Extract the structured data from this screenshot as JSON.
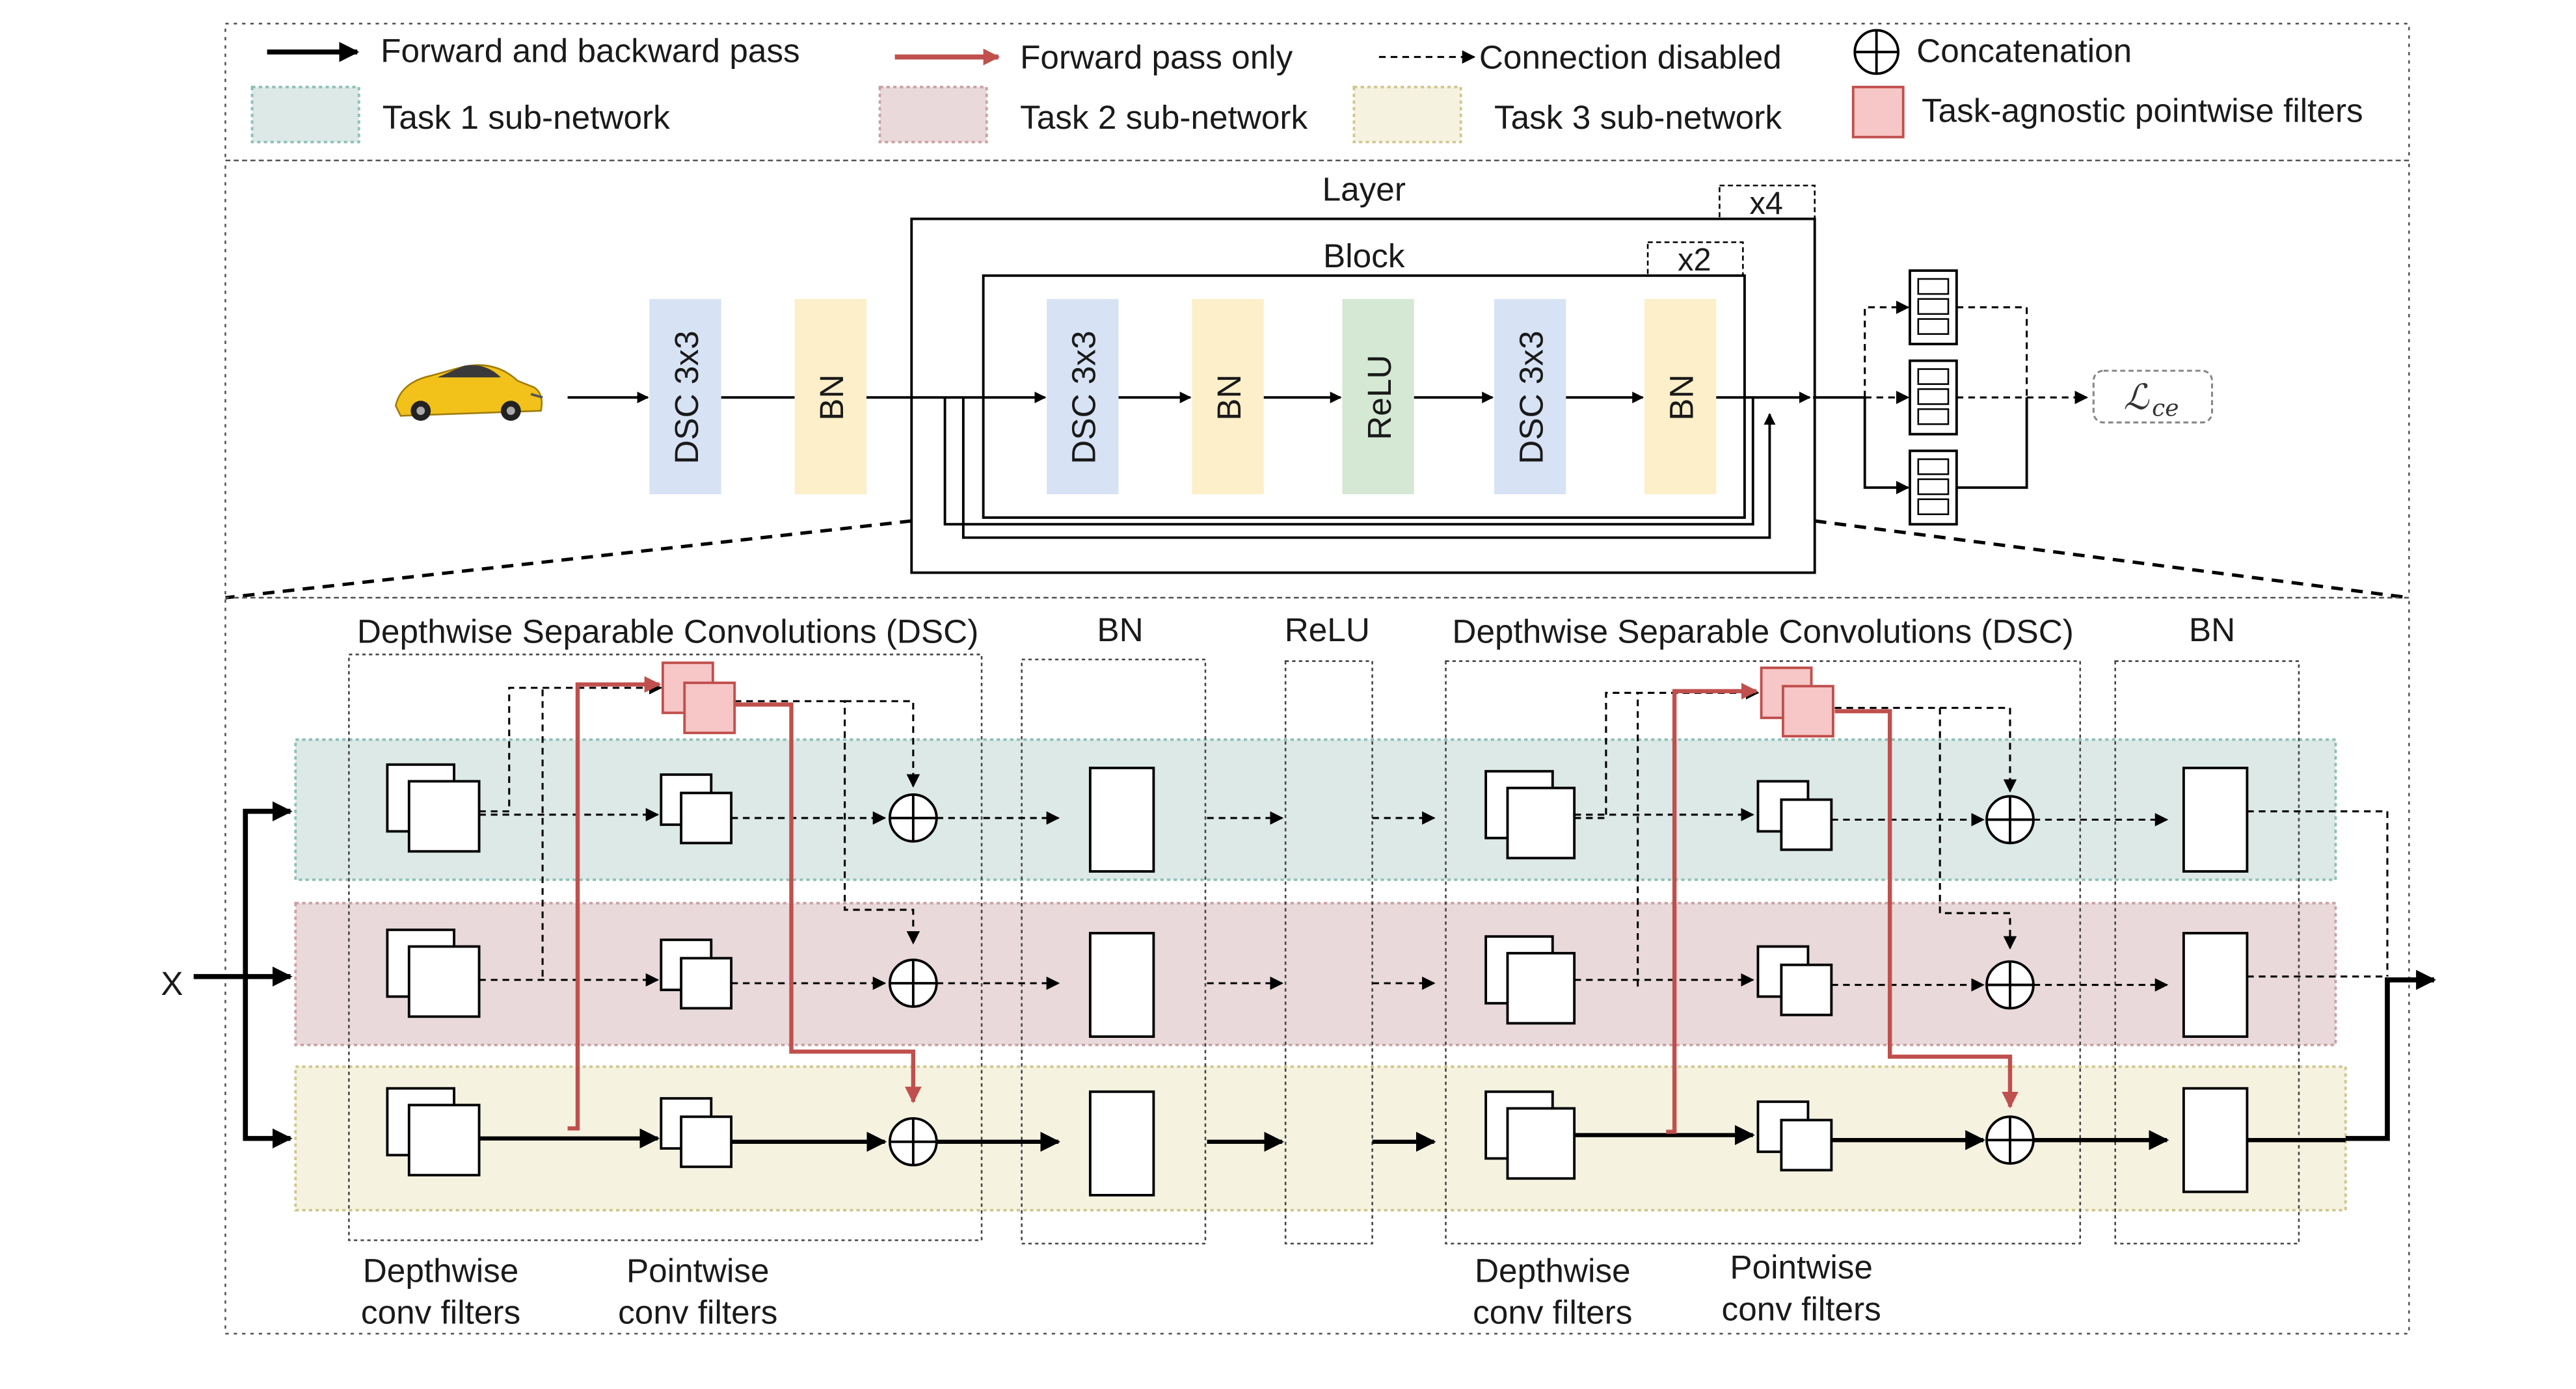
{
  "legend": {
    "forward_backward": "Forward and backward pass",
    "forward_only": "Forward pass only",
    "connection_disabled": "Connection disabled",
    "concatenation": "Concatenation",
    "task1": "Task 1 sub-network",
    "task2": "Task 2 sub-network",
    "task3": "Task 3 sub-network",
    "task_agnostic": "Task-agnostic pointwise filters"
  },
  "top": {
    "layer_label": "Layer",
    "layer_repeat": "x4",
    "block_label": "Block",
    "block_repeat": "x2",
    "stem_dsc": "DSC 3x3",
    "stem_bn": "BN",
    "block_dsc1": "DSC 3x3",
    "block_bn1": "BN",
    "block_relu": "ReLU",
    "block_dsc2": "DSC 3x3",
    "block_bn2": "BN",
    "loss": "ℒ",
    "loss_sub": "ce"
  },
  "bottom": {
    "dsc1_title": "Depthwise Separable Convolutions (DSC)",
    "bn1_title": "BN",
    "relu_title": "ReLU",
    "dsc2_title": "Depthwise Separable Convolutions (DSC)",
    "bn2_title": "BN",
    "input": "X",
    "dw1_line1": "Depthwise",
    "dw1_line2": "conv filters",
    "pw1_line1": "Pointwise",
    "pw1_line2": "conv filters",
    "dw2_line1": "Depthwise",
    "dw2_line2": "conv filters",
    "pw2_line1": "Pointwise",
    "pw2_line2": "conv filters"
  },
  "colors": {
    "task1": "#dce9e6",
    "task1_border": "#8fbfb6",
    "task2": "#e9d9da",
    "task2_border": "#c9a2a5",
    "task3": "#f5f2e0",
    "task3_border": "#cfc78e",
    "agnostic_fill": "#f7c6c6",
    "agnostic_border": "#c0504d",
    "forward_only": "#c0504d",
    "dsc_block": "#d7e3f4",
    "bn_block": "#fcefc9",
    "relu_block": "#d5e8d4"
  },
  "icons": {
    "input_image": "yellow-sports-car-icon",
    "head": "classifier-head-icon",
    "concat": "circle-plus-icon"
  }
}
